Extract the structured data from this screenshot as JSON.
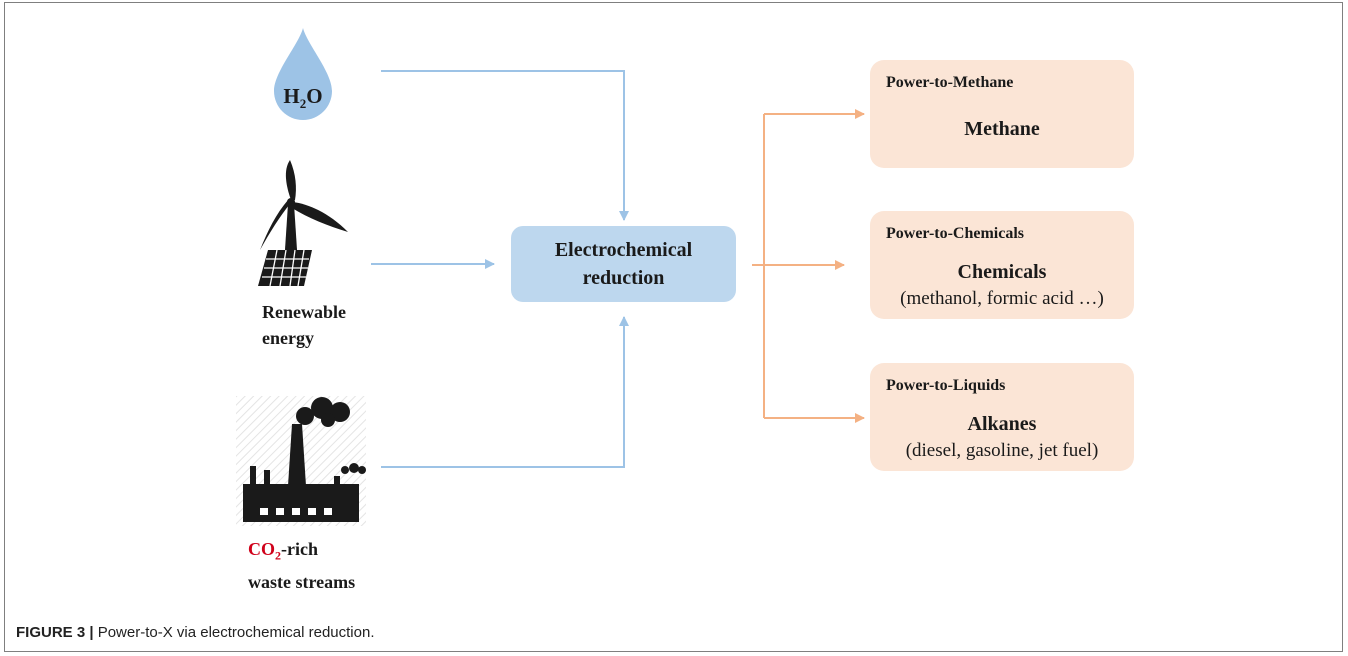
{
  "inputs": {
    "water": {
      "base": "H",
      "subscript": "2",
      "rest": "O"
    },
    "renewable": {
      "line1": "Renewable",
      "line2": "energy"
    },
    "co2": {
      "red_base": "CO",
      "red_subscript": "2",
      "rest_line1": "-rich",
      "line2": "waste streams"
    }
  },
  "process": {
    "line1": "Electrochemical",
    "line2": "reduction"
  },
  "outputs": [
    {
      "title": "Power-to-Methane",
      "product": "Methane",
      "examples": ""
    },
    {
      "title": "Power-to-Chemicals",
      "product": "Chemicals",
      "examples": "(methanol, formic acid …)"
    },
    {
      "title": "Power-to-Liquids",
      "product": "Alkanes",
      "examples": "(diesel, gasoline, jet fuel)"
    }
  ],
  "caption": {
    "label": "FIGURE 3 |",
    "text": " Power-to-X via electrochemical reduction."
  },
  "colors": {
    "input_arrow": "#9dc3e6",
    "output_arrow": "#f4b183",
    "process_fill": "#bdd7ee",
    "output_fill": "#fbe5d6",
    "co2_red": "#d0021b"
  }
}
